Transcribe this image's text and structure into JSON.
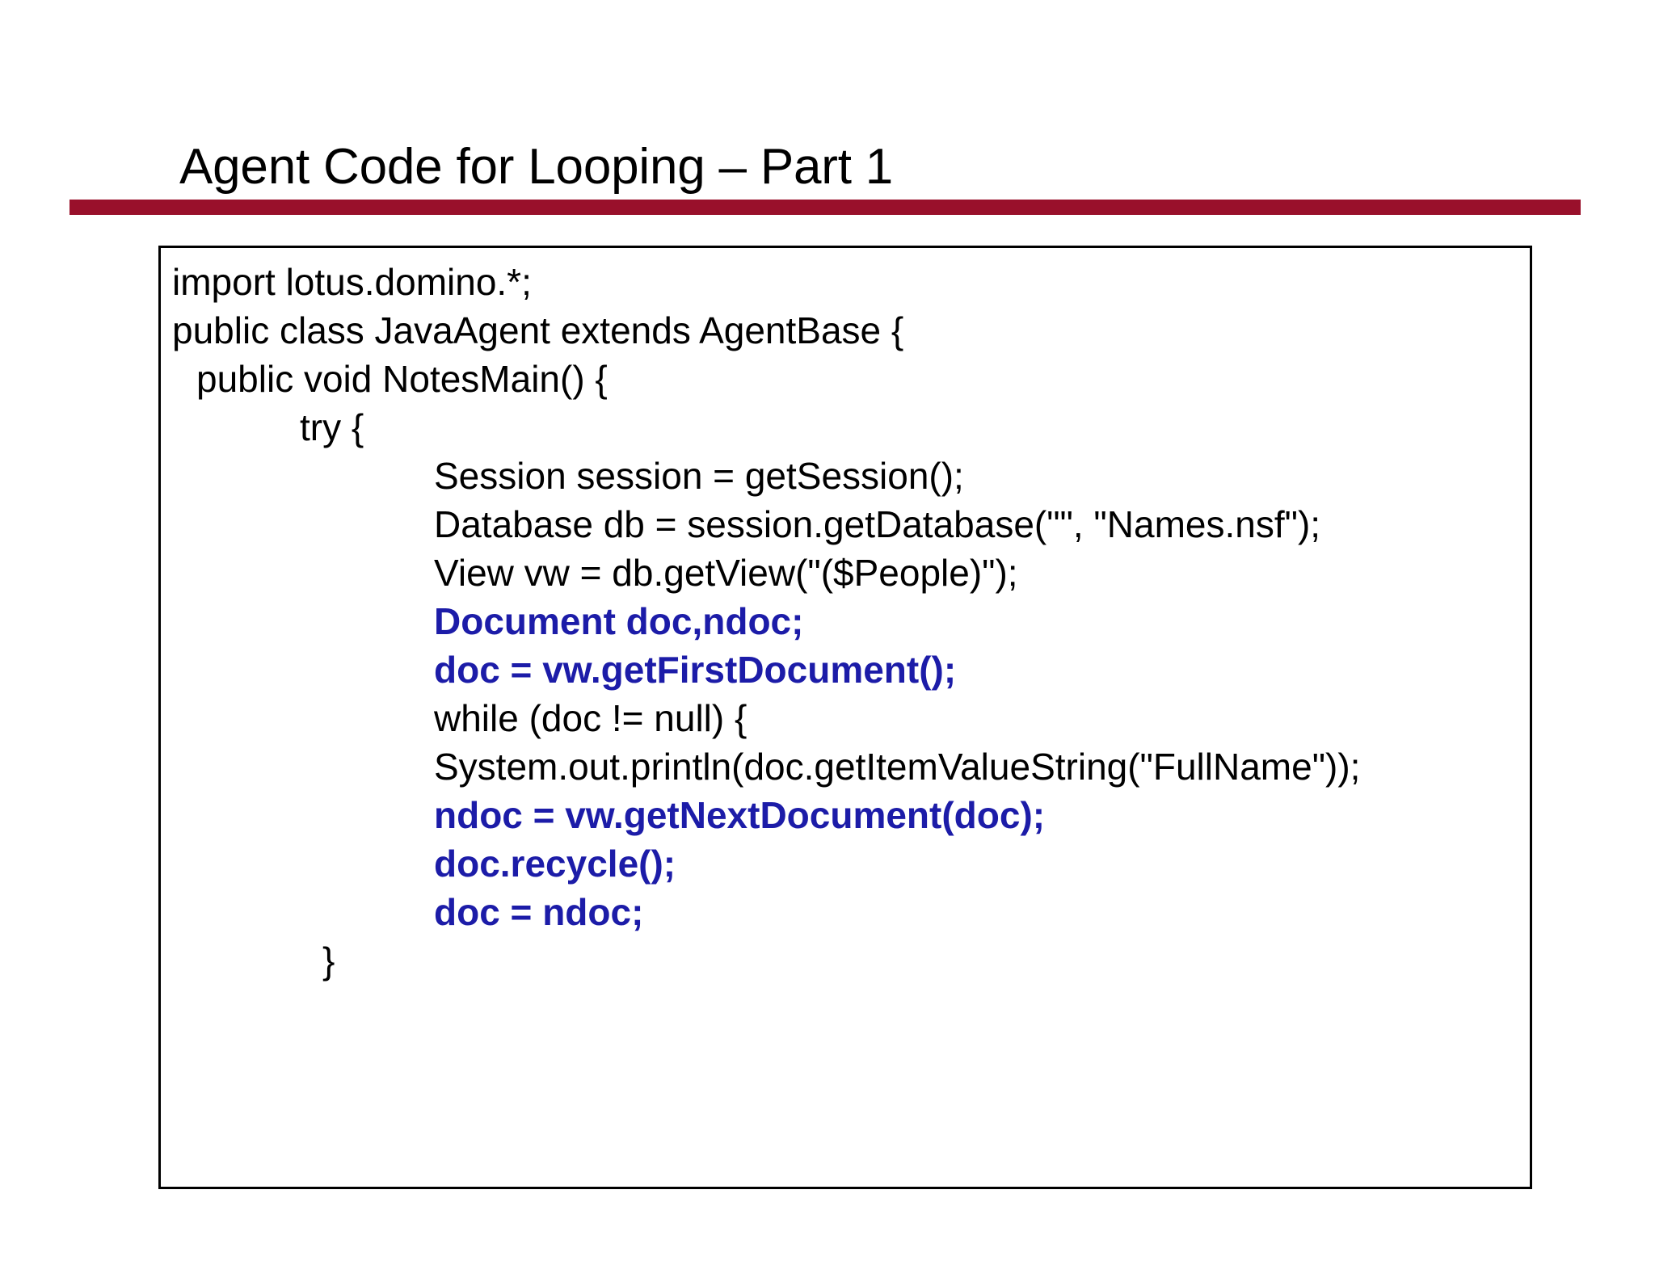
{
  "slide": {
    "title": "Agent Code for Looping – Part 1",
    "accent_color": "#99102b",
    "code_keyword_color": "#1c1ca8",
    "text_color": "#000000",
    "background_color": "#ffffff"
  },
  "code_block": {
    "language": "java",
    "lines": [
      {
        "text": "import lotus.domino.*;",
        "indent": 0,
        "highlight": false
      },
      {
        "text": "public class JavaAgent extends AgentBase {",
        "indent": 0,
        "highlight": false
      },
      {
        "text": "public void NotesMain() {",
        "indent": 1,
        "highlight": false
      },
      {
        "text": "try {",
        "indent": 2,
        "highlight": false
      },
      {
        "text": "Session session = getSession();",
        "indent": 3,
        "highlight": false
      },
      {
        "text": "Database db = session.getDatabase(\"\", \"Names.nsf\");",
        "indent": 3,
        "highlight": false
      },
      {
        "text": "View vw = db.getView(\"($People)\");",
        "indent": 3,
        "highlight": false
      },
      {
        "text": "Document doc,ndoc;",
        "indent": 3,
        "highlight": true
      },
      {
        "text": "doc = vw.getFirstDocument();",
        "indent": 3,
        "highlight": true
      },
      {
        "text": "while (doc != null) {",
        "indent": 3,
        "highlight": false
      },
      {
        "text": "System.out.println(doc.getItemValueString(\"FullName\"));",
        "indent": 3,
        "highlight": false
      },
      {
        "text": "ndoc = vw.getNextDocument(doc);",
        "indent": 3,
        "highlight": true
      },
      {
        "text": "doc.recycle();",
        "indent": 3,
        "highlight": true
      },
      {
        "text": "doc = ndoc;",
        "indent": 3,
        "highlight": true
      },
      {
        "text": "}",
        "indent": 4,
        "highlight": false
      }
    ]
  }
}
